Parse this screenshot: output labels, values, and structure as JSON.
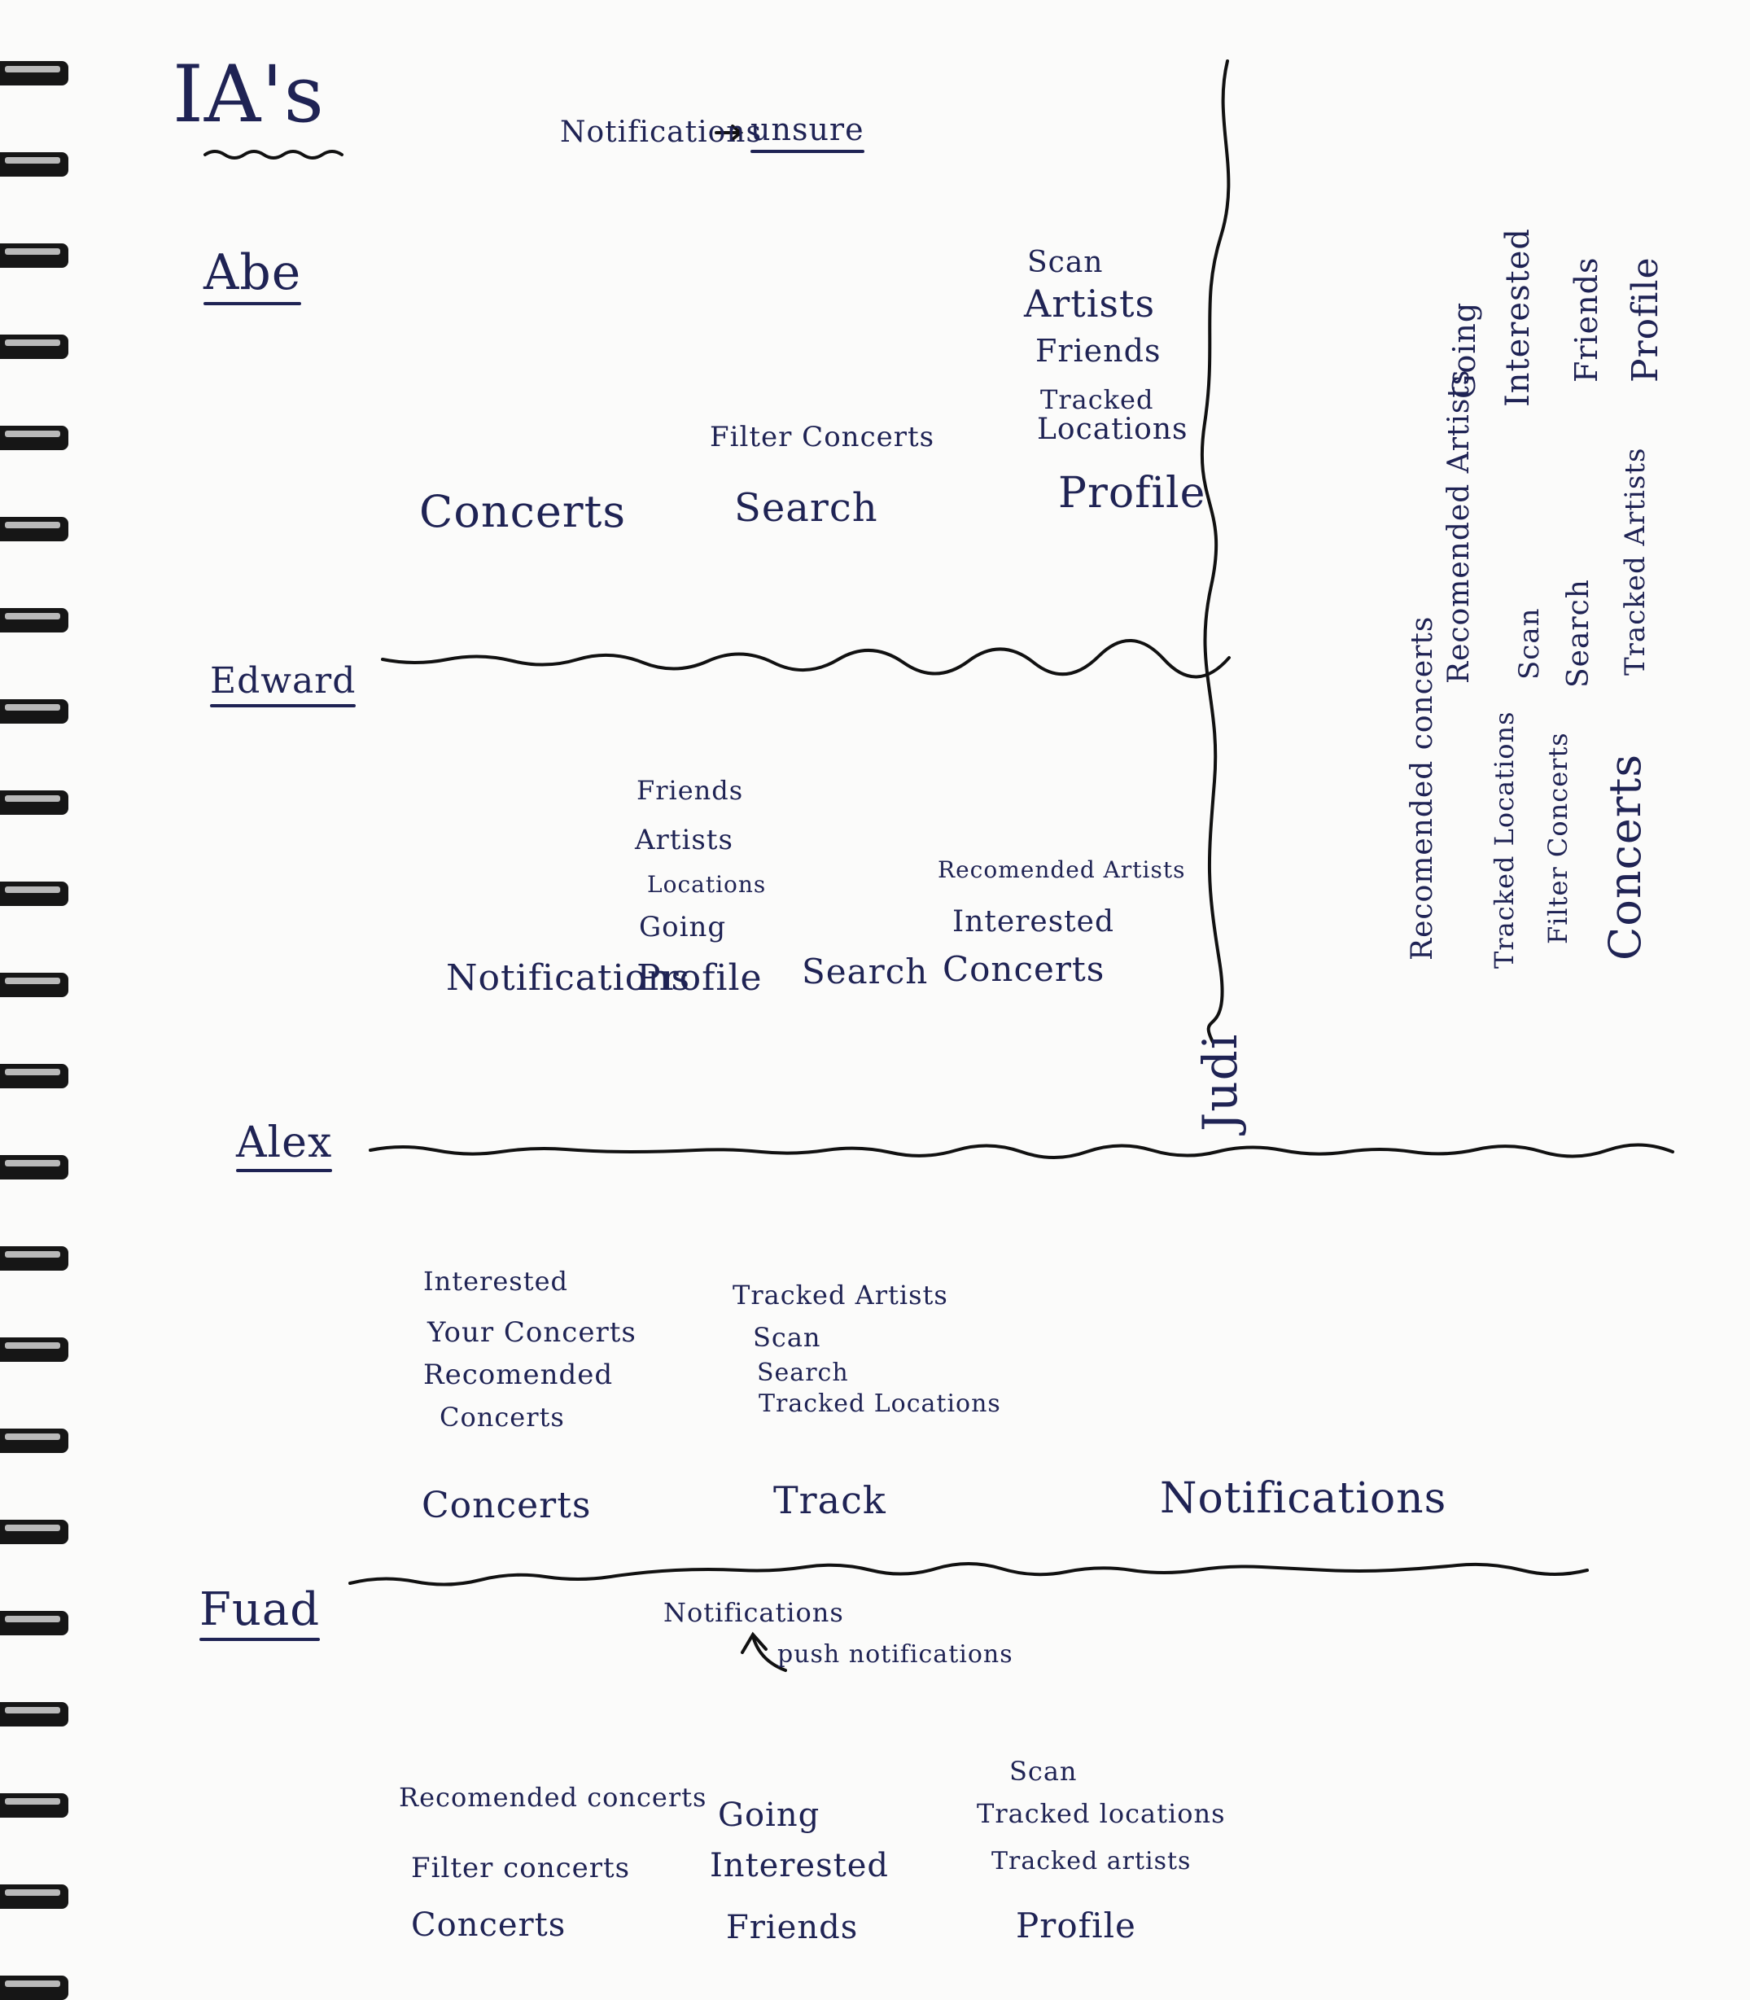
{
  "title": "IA's",
  "note": {
    "label": "Notifications",
    "arrow": "→",
    "status": "unsure"
  },
  "abe": {
    "name": "Abe",
    "concerts": "Concerts",
    "filter": "Filter Concerts",
    "search": "Search",
    "scan": "Scan",
    "artists": "Artists",
    "friends": "Friends",
    "tracked1": "Tracked",
    "tracked2": "Locations",
    "profile": "Profile"
  },
  "edward": {
    "name": "Edward",
    "friends": "Friends",
    "artists": "Artists",
    "locations": "Locations",
    "going": "Going",
    "notifications": "Notifications",
    "profile": "Profile",
    "search": "Search",
    "rec_artists": "Recomended Artists",
    "interested": "Interested",
    "concerts": "Concerts"
  },
  "judi": {
    "name": "Judi",
    "group1": [
      "Going",
      "Interested",
      "Friends",
      "Profile"
    ],
    "group2": [
      "Recomended Artists",
      "Scan",
      "Search",
      "Tracked Artists"
    ],
    "group3": [
      "Recomended concerts",
      "Tracked Locations",
      "Filter Concerts",
      "Concerts"
    ]
  },
  "alex": {
    "name": "Alex",
    "interested": "Interested",
    "your_concerts": "Your Concerts",
    "recommended": "Recomended",
    "rec_concerts": "Concerts",
    "concerts": "Concerts",
    "tracked_artists": "Tracked Artists",
    "scan": "Scan",
    "search": "Search",
    "tracked_locations": "Tracked Locations",
    "track": "Track",
    "notifications": "Notifications"
  },
  "fuad": {
    "name": "Fuad",
    "notifications": "Notifications",
    "push": "push notifications",
    "rec_concerts": "Recomended concerts",
    "filter_concerts": "Filter concerts",
    "concerts": "Concerts",
    "going": "Going",
    "interested": "Interested",
    "friends": "Friends",
    "scan": "Scan",
    "tracked_locations": "Tracked locations",
    "tracked_artists": "Tracked artists",
    "profile": "Profile"
  }
}
